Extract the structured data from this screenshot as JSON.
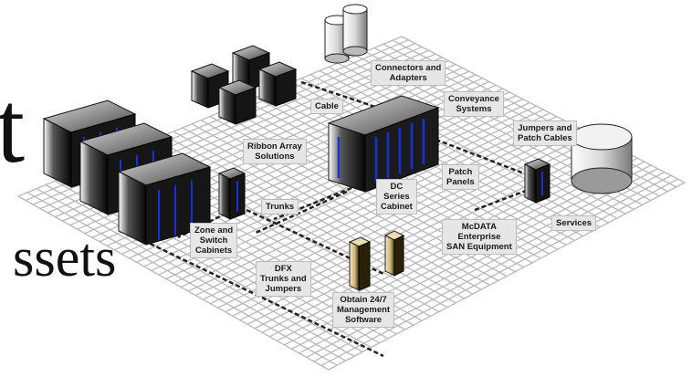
{
  "title_fragments": [
    "t",
    "ssets"
  ],
  "labels": {
    "connectors": "Connectors and\nAdapters",
    "cable": "Cable",
    "conveyance": "Conveyance\nSystems",
    "jumpers": "Jumpers and\nPatch Cables",
    "ribbon": "Ribbon Array\nSolutions",
    "patch_panels": "Patch\nPanels",
    "dc_cabinet": "DC\nSeries\nCabinet",
    "trunks": "Trunks",
    "services": "Services",
    "zone": "Zone and\nSwitch\nCabinets",
    "mcdata": "McDATA\nEnterprise\nSAN Equipment",
    "dfx": "DFX\nTrunks and\nJumpers",
    "obtain": "Obtain 24/7\nManagement\nSoftware"
  },
  "colors": {
    "grid": "#b8b8b8",
    "label_bg": "#e6e6e6",
    "accent_blue": "#1a2fd6",
    "cabinet_dark": "#111111",
    "software_gold": "#d9c48a"
  }
}
